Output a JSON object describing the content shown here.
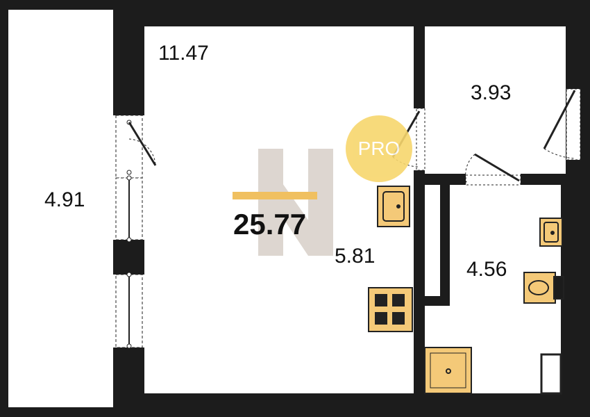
{
  "rooms": [
    {
      "id": "balcony",
      "area": "4.91"
    },
    {
      "id": "main-room",
      "area": "11.47"
    },
    {
      "id": "kitchen",
      "area": "5.81"
    },
    {
      "id": "storage",
      "area": "3.93"
    },
    {
      "id": "bathroom",
      "area": "4.56"
    }
  ],
  "total_area": "25.77",
  "badge": {
    "label": "PRO"
  },
  "colors": {
    "wall": "#1c1c1c",
    "fixture_fill": "#f4c978",
    "fixture_stroke": "#222222",
    "badge": "#f7d66d",
    "watermark": "#d8d0c8",
    "total_bar": "#f0c060"
  },
  "icons": [
    "door-swing-icon",
    "window-icon",
    "sink-icon",
    "stove-icon",
    "toilet-icon",
    "shower-icon",
    "logo-watermark-icon"
  ]
}
